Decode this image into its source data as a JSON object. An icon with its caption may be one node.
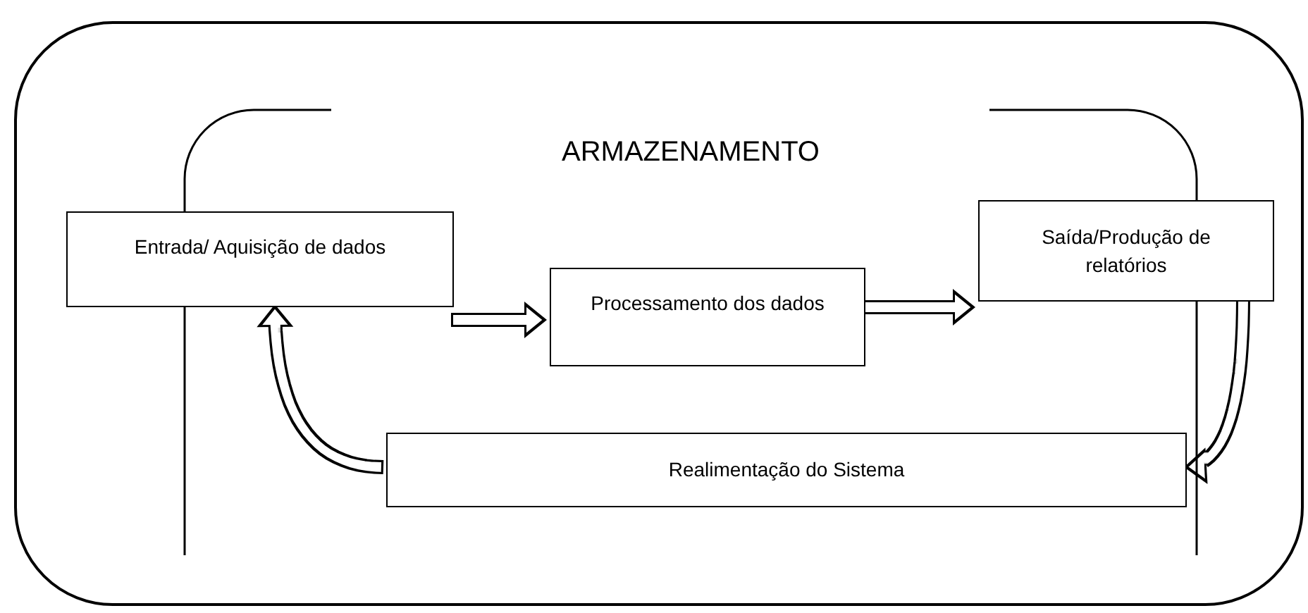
{
  "diagram": {
    "nodes": [
      {
        "text": [],
        "shape": "box"
      },
      {
        "text": [
          "ARMAZENAMENTO"
        ],
        "in": 0
      },
      {
        "text": [
          "Entrada/ Aquisição de dados"
        ],
        "in": 0
      },
      {
        "text": [
          "Processamento dos dados"
        ],
        "in": 1
      },
      {
        "text": [
          "Saída/Produção de relatórios"
        ],
        "in": 0
      },
      {
        "text": [
          "Realimentação do Sistema"
        ],
        "in": 1
      }
    ],
    "edges": [
      {
        "from": 2,
        "to": 3,
        "arrow": "to"
      },
      {
        "from": 3,
        "to": 4,
        "arrow": "to"
      },
      {
        "from": 4,
        "to": 5,
        "arrow": "to"
      },
      {
        "from": 5,
        "to": 2,
        "arrow": "to"
      }
    ]
  }
}
